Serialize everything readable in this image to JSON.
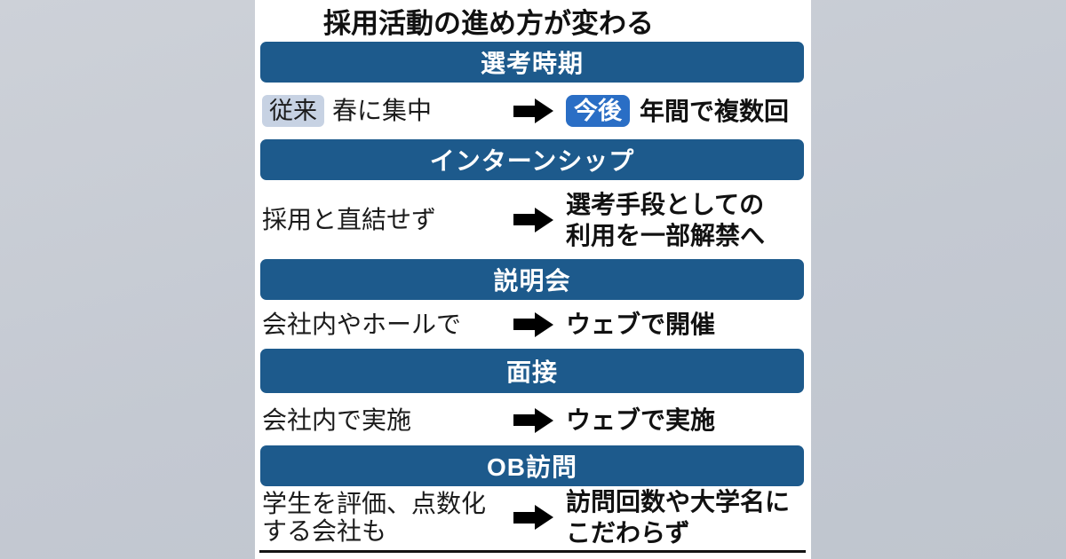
{
  "title": "採用活動の進め方が変わる",
  "icons": {
    "arrow": "right-arrow"
  },
  "colors": {
    "header_bar": "#1d5a8c",
    "before_badge_bg": "#c7d2e3",
    "after_badge_bg": "#2a6ec5",
    "arrow": "#000000",
    "panel_bg": "#ffffff",
    "background": "#c4c9d2",
    "bottom_rule": "#141414"
  },
  "sections": [
    {
      "header": "選考時期",
      "before_badge": "従来",
      "before": "春に集中",
      "after_badge": "今後",
      "after": "年間で複数回"
    },
    {
      "header": "インターンシップ",
      "before": "採用と直結せず",
      "after": "選考手段としての\n利用を一部解禁へ"
    },
    {
      "header": "説明会",
      "before": "会社内やホールで",
      "after": "ウェブで開催"
    },
    {
      "header": "面接",
      "before": "会社内で実施",
      "after": "ウェブで実施"
    },
    {
      "header": "OB訪問",
      "before": "学生を評価、点数化\nする会社も",
      "after": "訪問回数や大学名に\nこだわらず"
    }
  ]
}
